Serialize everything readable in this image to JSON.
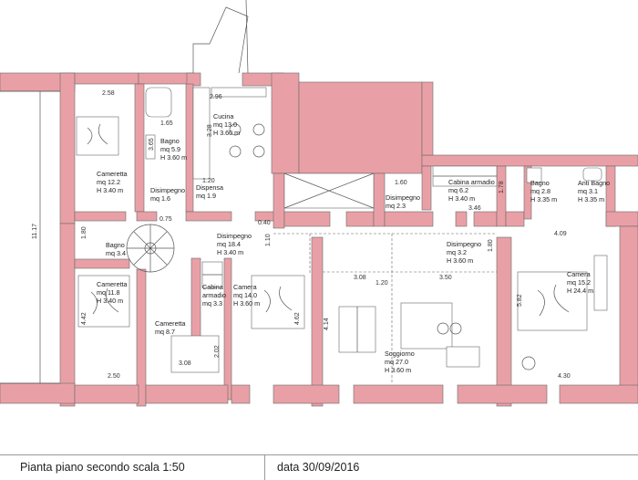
{
  "footer": {
    "title": "Pianta piano secondo scala 1:50",
    "date": "data 30/09/2016"
  },
  "rooms": {
    "cucina": [
      "Cucina",
      "mq 13.0",
      "H 3.60 m"
    ],
    "bagno1": [
      "Bagno",
      "mq 5.9",
      "H 3.60 m"
    ],
    "cameretta1": [
      "Cameretta",
      "mq 12.2",
      "H 3.40 m"
    ],
    "disimpegno1": [
      "Disimpegno",
      "mq 1.6"
    ],
    "dispensa": [
      "Dispensa",
      "mq 1.9"
    ],
    "disimpegno2": [
      "Disimpegno",
      "mq 2.3"
    ],
    "cabina1": [
      "Cabina armadio",
      "mq 6.2",
      "H 3.40 m"
    ],
    "bagno2": [
      "Bagno",
      "mq 2.8",
      "H 3.35 m"
    ],
    "antibagno": [
      "Anti Bagno",
      "mq 3.1",
      "H 3.35 m"
    ],
    "bagno3": [
      "Bagno",
      "mq 3.4"
    ],
    "disimpegno3": [
      "Disimpegno",
      "mq 18.4",
      "H 3.40 m"
    ],
    "disimpegno4": [
      "Disimpegno",
      "mq 3.2",
      "H 3.60 m"
    ],
    "camera1": [
      "Camera",
      "mq 15.2",
      "H 24.4 m"
    ],
    "cameretta2": [
      "Cameretta",
      "mq 11.8",
      "H 3.40 m"
    ],
    "cabina2": [
      "Cabina",
      "armadio",
      "mq 3.3"
    ],
    "camera2": [
      "Camera",
      "mq 14.0",
      "H 3.60 m"
    ],
    "cameretta3": [
      "Cameretta",
      "mq 8.7"
    ],
    "soggiorno": [
      "Soggiorno",
      "mq 27.0",
      "H 3.60 m"
    ]
  },
  "dimensions": {
    "d258": "2.58",
    "d296": "2.96",
    "d165": "1.65",
    "d365": "3.65",
    "d328": "3.28",
    "d120": "1.20",
    "d075": "0.75",
    "d040": "0.40",
    "d160": "1.60",
    "d178": "1.78",
    "d346": "3.46",
    "d409": "4.09",
    "d1117": "11.17",
    "d180a": "1.80",
    "d110": "1.10",
    "d180b": "1.80",
    "d120b": "1.20",
    "d350": "3.50",
    "d442": "4.42",
    "d462": "4.62",
    "d414": "4.14",
    "d582": "5.82",
    "d308a": "3.08",
    "d308b": "3.08",
    "d202": "2.02",
    "d430": "4.30",
    "d250": "2.50"
  }
}
